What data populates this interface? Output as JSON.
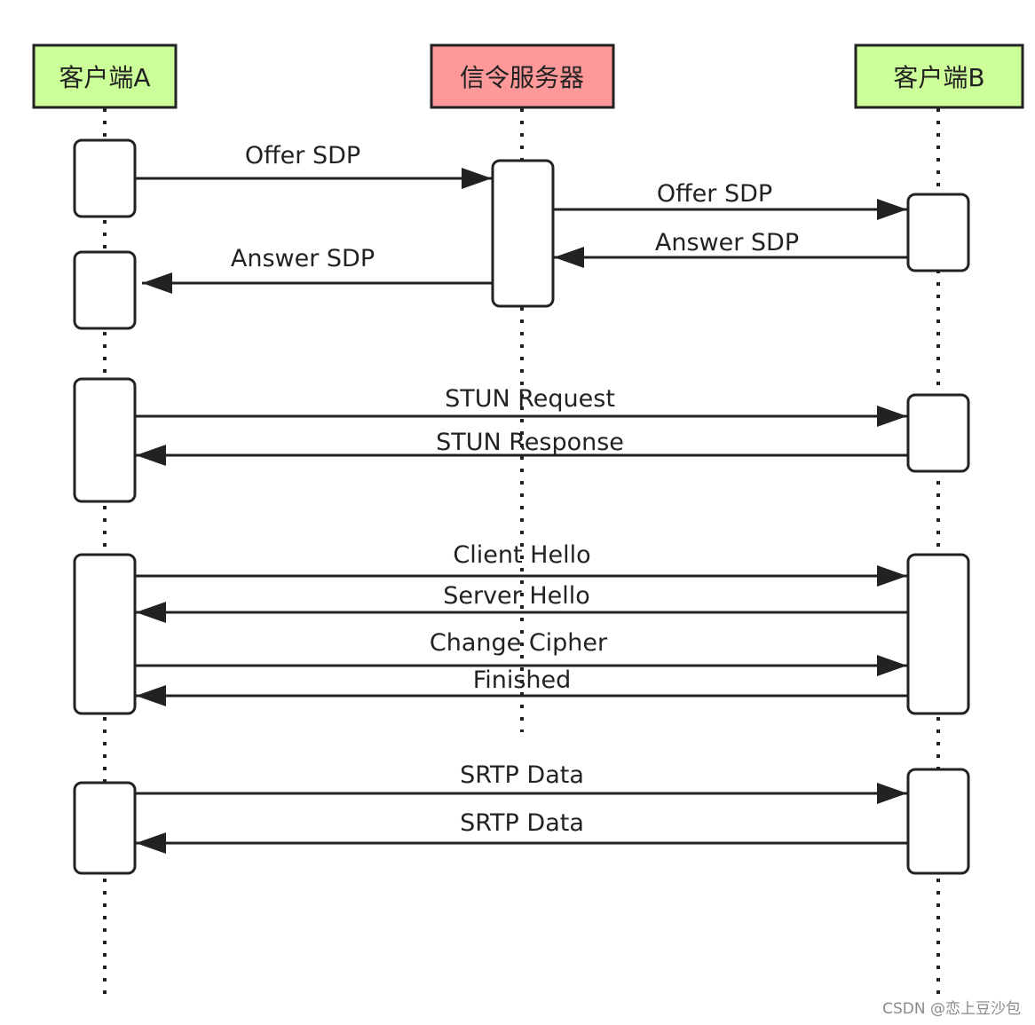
{
  "participants": [
    {
      "id": "clientA",
      "label": "客户端A",
      "fill": "#ccff99"
    },
    {
      "id": "server",
      "label": "信令服务器",
      "fill": "#ff9999"
    },
    {
      "id": "clientB",
      "label": "客户端B",
      "fill": "#ccff99"
    }
  ],
  "messages": [
    {
      "id": "offer-sdp-a-to-server",
      "label": "Offer SDP",
      "from": "clientA",
      "to": "server"
    },
    {
      "id": "offer-sdp-server-to-b",
      "label": "Offer SDP",
      "from": "server",
      "to": "clientB"
    },
    {
      "id": "answer-sdp-b-to-server",
      "label": "Answer SDP",
      "from": "clientB",
      "to": "server"
    },
    {
      "id": "answer-sdp-server-to-a",
      "label": "Answer SDP",
      "from": "server",
      "to": "clientA"
    },
    {
      "id": "stun-request",
      "label": "STUN Request",
      "from": "clientA",
      "to": "clientB"
    },
    {
      "id": "stun-response",
      "label": "STUN Response",
      "from": "clientB",
      "to": "clientA"
    },
    {
      "id": "client-hello",
      "label": "Client Hello",
      "from": "clientA",
      "to": "clientB"
    },
    {
      "id": "server-hello",
      "label": "Server Hello",
      "from": "clientB",
      "to": "clientA"
    },
    {
      "id": "change-cipher",
      "label": "Change Cipher",
      "from": "clientA",
      "to": "clientB"
    },
    {
      "id": "finished",
      "label": "Finished",
      "from": "clientB",
      "to": "clientA"
    },
    {
      "id": "srtp-data-a-to-b",
      "label": "SRTP Data",
      "from": "clientA",
      "to": "clientB"
    },
    {
      "id": "srtp-data-b-to-a",
      "label": "SRTP Data",
      "from": "clientB",
      "to": "clientA"
    }
  ],
  "watermark": "CSDN @恋上豆沙包",
  "colors": {
    "line": "#222222",
    "activation_fill": "#ffffff"
  }
}
